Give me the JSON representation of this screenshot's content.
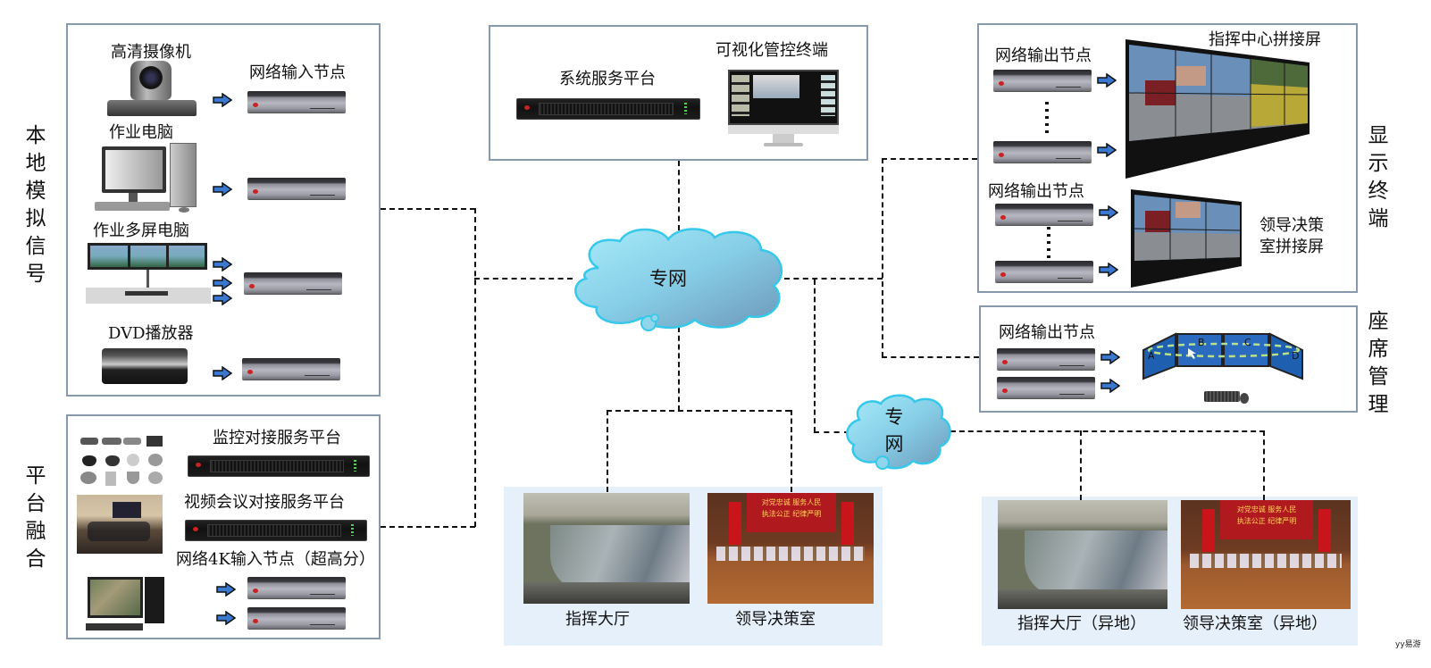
{
  "side_labels": {
    "local_analog": "本地模拟信号",
    "platform_fusion": "平台融合",
    "display_terminal": "显示终端",
    "seat_management": "座席管理"
  },
  "local_panel": {
    "hd_camera": "高清摄像机",
    "input_node": "网络输入节点",
    "work_pc": "作业电脑",
    "multi_screen_pc": "作业多屏电脑",
    "dvd_player": "DVD播放器"
  },
  "platform_panel": {
    "monitor_platform": "监控对接服务平台",
    "video_conf_platform": "视频会议对接服务平台",
    "input_4k_node": "网络4K输入节点（超高分）"
  },
  "center_panel": {
    "system_platform": "系统服务平台",
    "visual_terminal": "可视化管控终端"
  },
  "clouds": {
    "main": "专网",
    "secondary": "专网"
  },
  "display_panel": {
    "output_node_1": "网络输出节点",
    "command_wall": "指挥中心拼接屏",
    "output_node_2": "网络输出节点",
    "leader_wall": "领导决策室拼接屏",
    "leader_wall_line1": "领导决策",
    "leader_wall_line2": "室拼接屏"
  },
  "seat_panel": {
    "output_node": "网络输出节点",
    "screens": [
      "A",
      "B",
      "C",
      "D"
    ]
  },
  "local_sites": {
    "command_hall": "指挥大厅",
    "leader_room": "领导决策室"
  },
  "remote_sites": {
    "command_hall": "指挥大厅（异地）",
    "leader_room": "领导决策室（异地）"
  },
  "banner_text": {
    "line1": "对党忠诚 服务人民",
    "line2": "执法公正 纪律严明"
  },
  "watermark": "yy易游",
  "colors": {
    "panel_border": "#8898ad",
    "cloud_fill": "#8fd6ea",
    "cloud_stroke": "#35c8ea",
    "arrow_fill": "#3a78d0",
    "site_zone": "#e6f0fb"
  }
}
